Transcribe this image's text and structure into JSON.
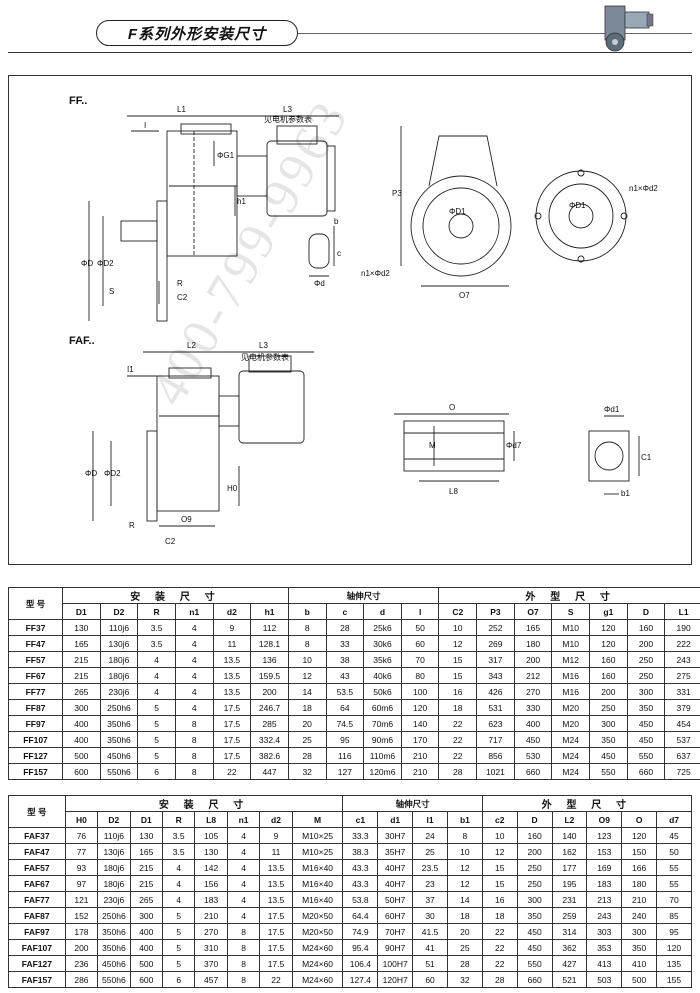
{
  "header": {
    "title": "F系列外形安装尺寸"
  },
  "drawing": {
    "ff_label": "FF..",
    "faf_label": "FAF..",
    "motor_ref_1": "见电机参数表",
    "motor_ref_2": "见电机参数表",
    "dims_ff": [
      "L1",
      "L3",
      "I",
      "ΦG1",
      "h1",
      "ΦD",
      "ΦD2",
      "S",
      "R",
      "C2",
      "b",
      "c",
      "Φd",
      "P3",
      "ΦD1",
      "n1×Φd2",
      "n1×Φd2",
      "O7",
      "ΦD1"
    ],
    "dims_faf": [
      "L2",
      "L3",
      "I1",
      "ΦD",
      "ΦD2",
      "H0",
      "R",
      "O9",
      "C2",
      "O",
      "M",
      "Φd7",
      "L8",
      "Φd1",
      "C1",
      "b1"
    ],
    "watermark": "400-799-9963"
  },
  "table1": {
    "group_headers": {
      "model": "型 号",
      "install": "安 装 尺 寸",
      "shaft": "轴伸尺寸",
      "outline": "外 型 尺 寸"
    },
    "columns": [
      "D1",
      "D2",
      "R",
      "n1",
      "d2",
      "h1",
      "b",
      "c",
      "d",
      "l",
      "C2",
      "P3",
      "O7",
      "S",
      "g1",
      "D",
      "L1"
    ],
    "rows": [
      [
        "FF37",
        "130",
        "110j6",
        "3.5",
        "4",
        "9",
        "112",
        "8",
        "28",
        "25k6",
        "50",
        "10",
        "252",
        "165",
        "M10",
        "120",
        "160",
        "190"
      ],
      [
        "FF47",
        "165",
        "130j6",
        "3.5",
        "4",
        "11",
        "128.1",
        "8",
        "33",
        "30k6",
        "60",
        "12",
        "269",
        "180",
        "M10",
        "120",
        "200",
        "222"
      ],
      [
        "FF57",
        "215",
        "180j6",
        "4",
        "4",
        "13.5",
        "136",
        "10",
        "38",
        "35k6",
        "70",
        "15",
        "317",
        "200",
        "M12",
        "160",
        "250",
        "243"
      ],
      [
        "FF67",
        "215",
        "180j6",
        "4",
        "4",
        "13.5",
        "159.5",
        "12",
        "43",
        "40k6",
        "80",
        "15",
        "343",
        "212",
        "M16",
        "160",
        "250",
        "275"
      ],
      [
        "FF77",
        "265",
        "230j6",
        "4",
        "4",
        "13.5",
        "200",
        "14",
        "53.5",
        "50k6",
        "100",
        "16",
        "426",
        "270",
        "M16",
        "200",
        "300",
        "331"
      ],
      [
        "FF87",
        "300",
        "250h6",
        "5",
        "4",
        "17.5",
        "246.7",
        "18",
        "64",
        "60m6",
        "120",
        "18",
        "531",
        "330",
        "M20",
        "250",
        "350",
        "379"
      ],
      [
        "FF97",
        "400",
        "350h6",
        "5",
        "8",
        "17.5",
        "285",
        "20",
        "74.5",
        "70m6",
        "140",
        "22",
        "623",
        "400",
        "M20",
        "300",
        "450",
        "454"
      ],
      [
        "FF107",
        "400",
        "350h6",
        "5",
        "8",
        "17.5",
        "332.4",
        "25",
        "95",
        "90m6",
        "170",
        "22",
        "717",
        "450",
        "M24",
        "350",
        "450",
        "537"
      ],
      [
        "FF127",
        "500",
        "450h6",
        "5",
        "8",
        "17.5",
        "382.6",
        "28",
        "116",
        "110m6",
        "210",
        "22",
        "856",
        "530",
        "M24",
        "450",
        "550",
        "637"
      ],
      [
        "FF157",
        "600",
        "550h6",
        "6",
        "8",
        "22",
        "447",
        "32",
        "127",
        "120m6",
        "210",
        "28",
        "1021",
        "660",
        "M24",
        "550",
        "660",
        "725"
      ]
    ]
  },
  "table2": {
    "group_headers": {
      "model": "型 号",
      "install": "安 装 尺 寸",
      "shaft": "轴伸尺寸",
      "outline": "外 型 尺 寸"
    },
    "columns": [
      "H0",
      "D2",
      "D1",
      "R",
      "L8",
      "n1",
      "d2",
      "M",
      "c1",
      "d1",
      "l1",
      "b1",
      "c2",
      "D",
      "L2",
      "O9",
      "O",
      "d7"
    ],
    "rows": [
      [
        "FAF37",
        "76",
        "110j6",
        "130",
        "3.5",
        "105",
        "4",
        "9",
        "M10×25",
        "33.3",
        "30H7",
        "24",
        "8",
        "10",
        "160",
        "140",
        "123",
        "120",
        "45"
      ],
      [
        "FAF47",
        "77",
        "130j6",
        "165",
        "3.5",
        "130",
        "4",
        "11",
        "M10×25",
        "38.3",
        "35H7",
        "25",
        "10",
        "12",
        "200",
        "162",
        "153",
        "150",
        "50"
      ],
      [
        "FAF57",
        "93",
        "180j6",
        "215",
        "4",
        "142",
        "4",
        "13.5",
        "M16×40",
        "43.3",
        "40H7",
        "23.5",
        "12",
        "15",
        "250",
        "177",
        "169",
        "166",
        "55"
      ],
      [
        "FAF67",
        "97",
        "180j6",
        "215",
        "4",
        "156",
        "4",
        "13.5",
        "M16×40",
        "43.3",
        "40H7",
        "23",
        "12",
        "15",
        "250",
        "195",
        "183",
        "180",
        "55"
      ],
      [
        "FAF77",
        "121",
        "230j6",
        "265",
        "4",
        "183",
        "4",
        "13.5",
        "M16×40",
        "53.8",
        "50H7",
        "37",
        "14",
        "16",
        "300",
        "231",
        "213",
        "210",
        "70"
      ],
      [
        "FAF87",
        "152",
        "250h6",
        "300",
        "5",
        "210",
        "4",
        "17.5",
        "M20×50",
        "64.4",
        "60H7",
        "30",
        "18",
        "18",
        "350",
        "259",
        "243",
        "240",
        "85"
      ],
      [
        "FAF97",
        "178",
        "350h6",
        "400",
        "5",
        "270",
        "8",
        "17.5",
        "M20×50",
        "74.9",
        "70H7",
        "41.5",
        "20",
        "22",
        "450",
        "314",
        "303",
        "300",
        "95"
      ],
      [
        "FAF107",
        "200",
        "350h6",
        "400",
        "5",
        "310",
        "8",
        "17.5",
        "M24×60",
        "95.4",
        "90H7",
        "41",
        "25",
        "22",
        "450",
        "362",
        "353",
        "350",
        "120"
      ],
      [
        "FAF127",
        "236",
        "450h6",
        "500",
        "5",
        "370",
        "8",
        "17.5",
        "M24×60",
        "106.4",
        "100H7",
        "51",
        "28",
        "22",
        "550",
        "427",
        "413",
        "410",
        "135"
      ],
      [
        "FAF157",
        "286",
        "550h6",
        "600",
        "6",
        "457",
        "8",
        "22",
        "M24×60",
        "127.4",
        "120H7",
        "60",
        "32",
        "28",
        "660",
        "521",
        "503",
        "500",
        "155"
      ]
    ]
  }
}
